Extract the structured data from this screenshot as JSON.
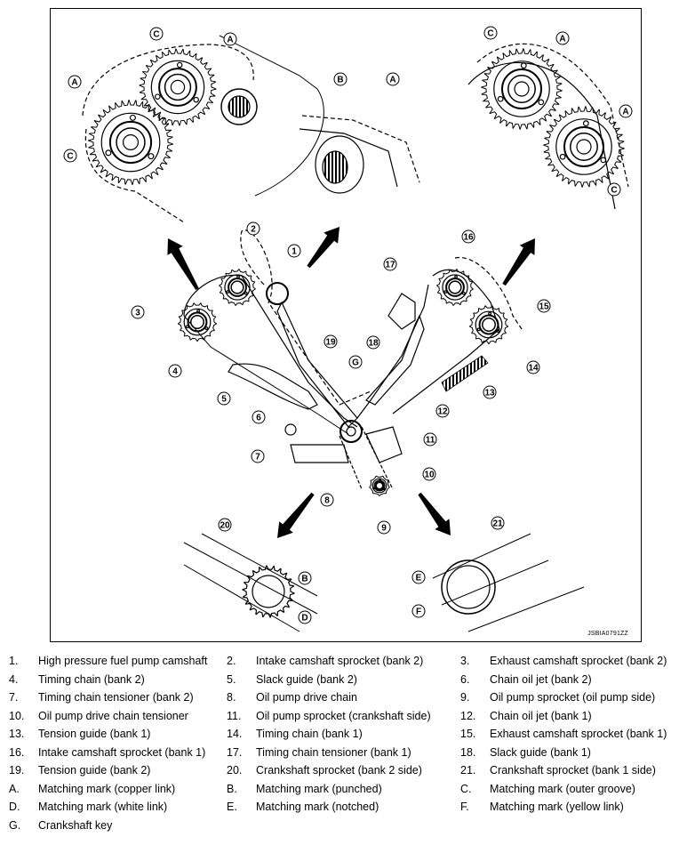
{
  "diagram": {
    "figure_code": "JSBIA0791ZZ",
    "callouts": [
      "1",
      "2",
      "3",
      "4",
      "5",
      "6",
      "7",
      "8",
      "9",
      "10",
      "11",
      "12",
      "13",
      "14",
      "15",
      "16",
      "17",
      "18",
      "19",
      "20",
      "21",
      "A",
      "B",
      "C",
      "D",
      "E",
      "F",
      "G"
    ]
  },
  "legend": [
    {
      "key": "1.",
      "text": "High pressure fuel pump camshaft"
    },
    {
      "key": "2.",
      "text": "Intake camshaft sprocket (bank 2)"
    },
    {
      "key": "3.",
      "text": "Exhaust camshaft sprocket (bank 2)"
    },
    {
      "key": "4.",
      "text": "Timing chain (bank 2)"
    },
    {
      "key": "5.",
      "text": "Slack guide (bank 2)"
    },
    {
      "key": "6.",
      "text": "Chain oil jet (bank 2)"
    },
    {
      "key": "7.",
      "text": "Timing chain tensioner (bank 2)"
    },
    {
      "key": "8.",
      "text": "Oil pump drive chain"
    },
    {
      "key": "9.",
      "text": "Oil pump sprocket (oil pump side)"
    },
    {
      "key": "10.",
      "text": "Oil pump drive chain tensioner"
    },
    {
      "key": "11.",
      "text": "Oil pump sprocket (crankshaft side)"
    },
    {
      "key": "12.",
      "text": "Chain oil jet (bank 1)"
    },
    {
      "key": "13.",
      "text": "Tension guide (bank 1)"
    },
    {
      "key": "14.",
      "text": "Timing chain (bank 1)"
    },
    {
      "key": "15.",
      "text": "Exhaust camshaft sprocket (bank 1)"
    },
    {
      "key": "16.",
      "text": "Intake camshaft sprocket (bank 1)"
    },
    {
      "key": "17.",
      "text": "Timing chain tensioner (bank 1)"
    },
    {
      "key": "18.",
      "text": "Slack guide (bank 1)"
    },
    {
      "key": "19.",
      "text": "Tension guide (bank 2)"
    },
    {
      "key": "20.",
      "text": "Crankshaft sprocket (bank 2 side)"
    },
    {
      "key": "21.",
      "text": "Crankshaft sprocket (bank 1 side)"
    },
    {
      "key": "A.",
      "text": "Matching mark (copper link)"
    },
    {
      "key": "B.",
      "text": "Matching mark (punched)"
    },
    {
      "key": "C.",
      "text": "Matching mark (outer groove)"
    },
    {
      "key": "D.",
      "text": "Matching mark (white link)"
    },
    {
      "key": "E.",
      "text": "Matching mark (notched)"
    },
    {
      "key": "F.",
      "text": "Matching mark (yellow link)"
    },
    {
      "key": "G.",
      "text": "Crankshaft key"
    }
  ]
}
